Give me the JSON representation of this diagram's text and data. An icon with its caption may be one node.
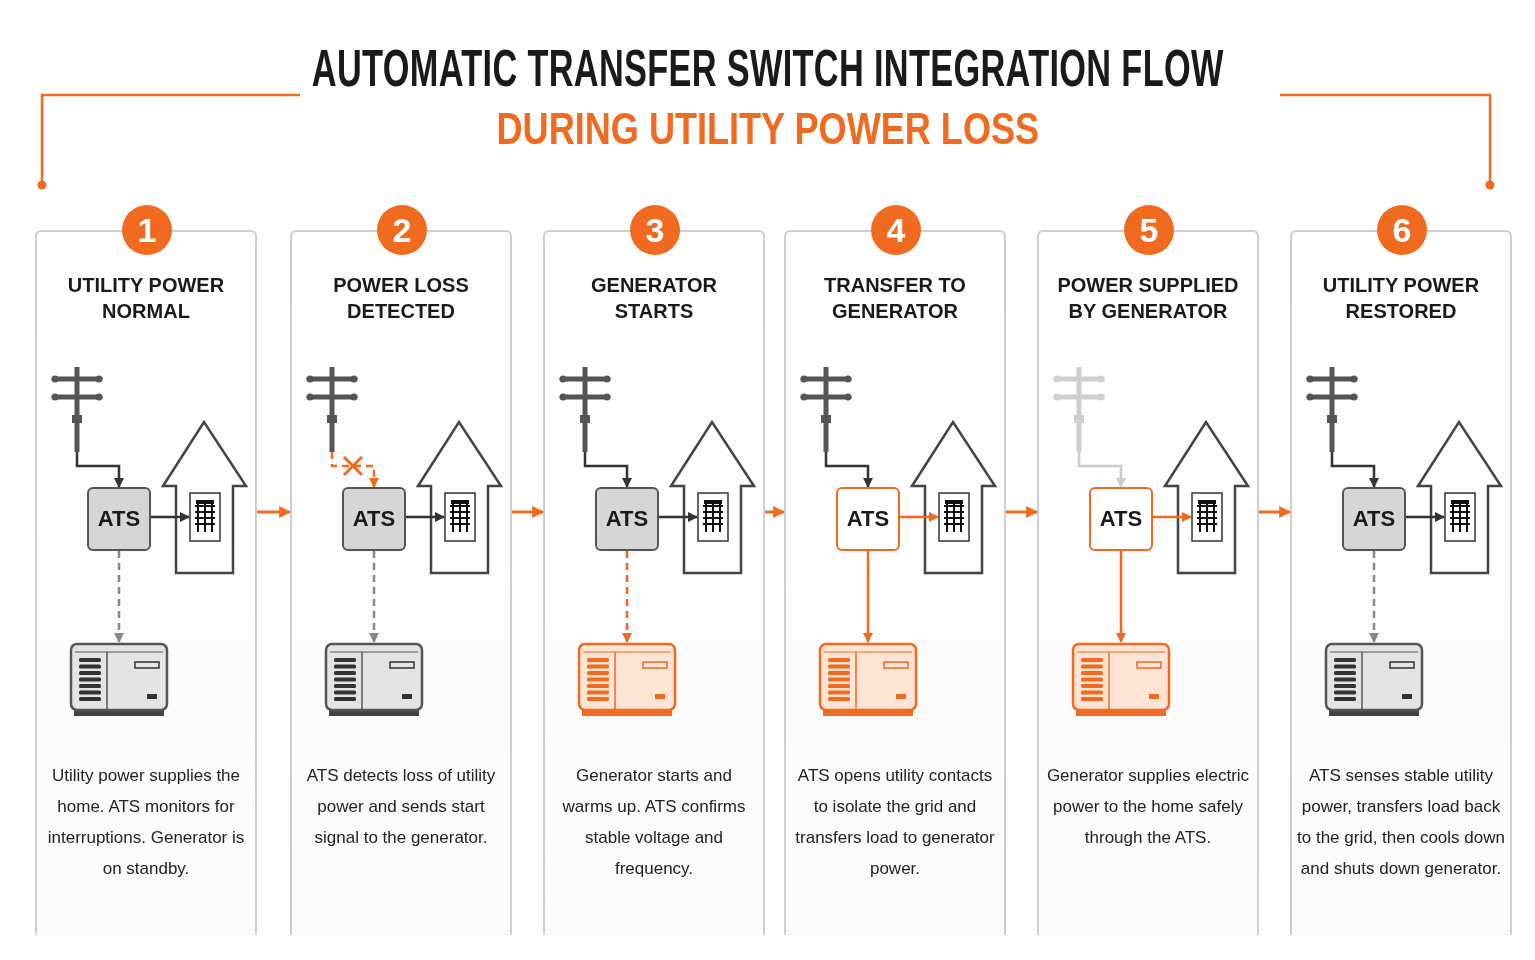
{
  "diagram": {
    "title": "AUTOMATIC TRANSFER SWITCH INTEGRATION FLOW",
    "nodes": [
      {
        "text": [
          "1",
          "UTILITY POWER NORMAL",
          "Utility power supplies the home. ATS monitors for interruptions. Generator is on standby."
        ]
      },
      {
        "text": [],
        "shape": "pole",
        "in": 0
      },
      {
        "text": [
          "ATS"
        ],
        "in": 0
      },
      {
        "text": [],
        "shape": "house",
        "in": 0
      },
      {
        "text": [],
        "shape": "panel",
        "in": 3
      },
      {
        "text": [],
        "shape": "generator",
        "in": 0
      },
      {
        "text": [
          "2",
          "POWER LOSS DETECTED",
          "ATS detects loss of utility power and sends start signal to the generator."
        ]
      },
      {
        "text": [],
        "shape": "pole",
        "in": 6
      },
      {
        "text": [
          "ATS"
        ],
        "in": 6
      },
      {
        "text": [],
        "shape": "house",
        "in": 6
      },
      {
        "text": [],
        "shape": "panel",
        "in": 9
      },
      {
        "text": [],
        "shape": "generator",
        "in": 6
      },
      {
        "text": [
          "3",
          "GENERATOR STARTS",
          "Generator starts and warms up. ATS confirms stable voltage and frequency."
        ]
      },
      {
        "text": [],
        "shape": "pole",
        "in": 12
      },
      {
        "text": [
          "ATS"
        ],
        "in": 12
      },
      {
        "text": [],
        "shape": "house",
        "in": 12
      },
      {
        "text": [],
        "shape": "panel",
        "in": 15
      },
      {
        "text": [],
        "shape": "generator",
        "in": 12
      },
      {
        "text": [
          "4",
          "TRANSFER TO GENERATOR",
          "ATS opens utility contacts to isolate the grid and transfers load to generator power."
        ]
      },
      {
        "text": [],
        "shape": "pole",
        "in": 18
      },
      {
        "text": [
          "ATS"
        ],
        "in": 18
      },
      {
        "text": [],
        "shape": "house",
        "in": 18
      },
      {
        "text": [],
        "shape": "panel",
        "in": 21
      },
      {
        "text": [],
        "shape": "generator",
        "in": 18
      },
      {
        "text": [
          "5",
          "POWER SUPPLIED BY GENERATOR",
          "Generator supplies electric power to the home safely through the ATS."
        ]
      },
      {
        "text": [],
        "shape": "pole",
        "in": 24
      },
      {
        "text": [
          "ATS"
        ],
        "in": 24
      },
      {
        "text": [],
        "shape": "house",
        "in": 24
      },
      {
        "text": [],
        "shape": "panel",
        "in": 27
      },
      {
        "text": [],
        "shape": "generator",
        "in": 24
      },
      {
        "text": [
          "6",
          "UTILITY POWER RESTORED",
          "ATS senses stable utility power, transfers load back to the grid, then cools down and shuts down generator."
        ]
      },
      {
        "text": [],
        "shape": "pole",
        "in": 30
      },
      {
        "text": [
          "ATS"
        ],
        "in": 30
      },
      {
        "text": [],
        "shape": "house",
        "in": 30
      },
      {
        "text": [],
        "shape": "panel",
        "in": 33
      },
      {
        "text": [],
        "shape": "generator",
        "in": 30
      }
    ],
    "edges": [
      {
        "from": 1,
        "to": 2,
        "arrow": "to",
        "color": "#333333"
      },
      {
        "from": 2,
        "to": 4,
        "arrow": "to",
        "color": "#333333"
      },
      {
        "from": 2,
        "to": 5,
        "arrow": "to",
        "style": "dashed",
        "color": "#888888"
      },
      {
        "from": 7,
        "to": 8,
        "arrow": "to",
        "style": "dashed",
        "color": "#f06a1f"
      },
      {
        "from": 8,
        "to": 10,
        "arrow": "to",
        "color": "#333333"
      },
      {
        "from": 8,
        "to": 11,
        "arrow": "to",
        "style": "dashed",
        "color": "#888888"
      },
      {
        "from": 13,
        "to": 14,
        "arrow": "to",
        "color": "#333333"
      },
      {
        "from": 14,
        "to": 16,
        "arrow": "to",
        "color": "#333333"
      },
      {
        "from": 14,
        "to": 17,
        "arrow": "to",
        "style": "dashed",
        "color": "#f06a1f"
      },
      {
        "from": 19,
        "to": 20,
        "arrow": "to",
        "color": "#333333"
      },
      {
        "from": 20,
        "to": 22,
        "arrow": "to",
        "color": "#f06a1f"
      },
      {
        "from": 20,
        "to": 23,
        "arrow": "to",
        "color": "#f06a1f"
      },
      {
        "from": 25,
        "to": 26,
        "arrow": "to",
        "color": "#cccccc"
      },
      {
        "from": 26,
        "to": 28,
        "arrow": "to",
        "color": "#f06a1f"
      },
      {
        "from": 26,
        "to": 29,
        "arrow": "to",
        "color": "#f06a1f"
      },
      {
        "from": 31,
        "to": 32,
        "arrow": "to",
        "color": "#333333"
      },
      {
        "from": 32,
        "to": 34,
        "arrow": "to",
        "color": "#333333"
      },
      {
        "from": 32,
        "to": 35,
        "arrow": "to",
        "style": "dashed",
        "color": "#888888"
      },
      {
        "from": 0,
        "to": 6,
        "arrow": "to",
        "color": "#f06a1f"
      },
      {
        "from": 6,
        "to": 12,
        "arrow": "to",
        "color": "#f06a1f"
      },
      {
        "from": 12,
        "to": 18,
        "arrow": "to",
        "color": "#f06a1f"
      },
      {
        "from": 18,
        "to": 24,
        "arrow": "to",
        "color": "#f06a1f"
      },
      {
        "from": 24,
        "to": 30,
        "arrow": "to",
        "color": "#f06a1f"
      }
    ],
    "labels": [
      "DURING UTILITY POWER LOSS"
    ]
  }
}
